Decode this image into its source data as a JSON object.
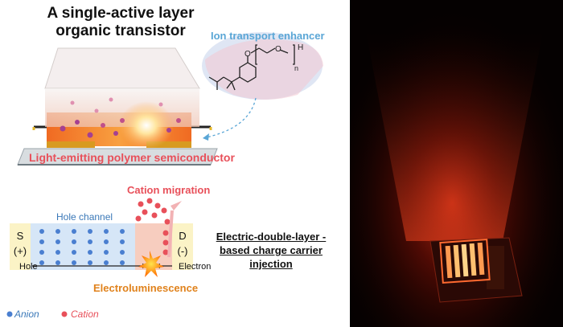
{
  "title": "A single-active layer organic transistor",
  "ion_enhancer_label": "Ion transport enhancer",
  "molecule": {
    "atom_o": "O",
    "atom_h": "H",
    "subscript_n": "n"
  },
  "semiconductor_label": "Light-emitting polymer semiconductor",
  "channel_diagram": {
    "cation_migration": "Cation migration",
    "hole_channel": "Hole channel",
    "source": "S\n(+)",
    "drain": "D\n(-)",
    "hole": "Hole",
    "electron": "Electron",
    "electroluminescence": "Electroluminescence"
  },
  "edl_label": "Electric-double-layer -based charge carrier injection",
  "legend": {
    "anion": "Anion",
    "cation": "Cation"
  },
  "colors": {
    "anion": "#4a7fd0",
    "cation": "#e8505a",
    "accent_blue": "#5aa6d6",
    "accent_orange": "#e0821c",
    "emission": "#ff3a1a"
  }
}
